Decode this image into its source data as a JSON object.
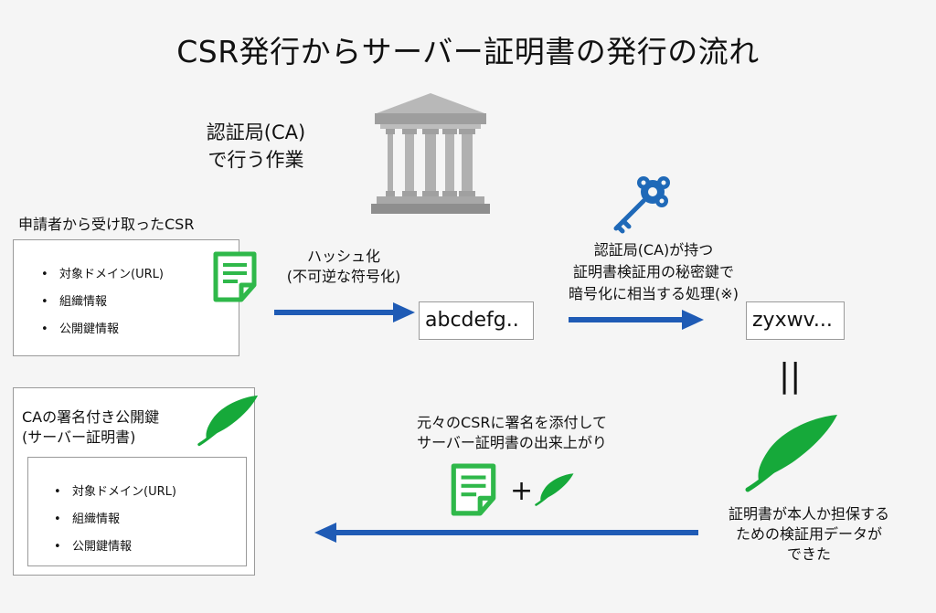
{
  "title": "CSR発行からサーバー証明書の発行の流れ",
  "ca_label": [
    "認証局(CA)",
    "で行う作業"
  ],
  "csr_heading": "申請者から受け取ったCSR",
  "csr_items": [
    "対象ドメイン(URL)",
    "組織情報",
    "公開鍵情報"
  ],
  "bullet": "•",
  "hash_label": [
    "ハッシュ化",
    "(不可逆な符号化)"
  ],
  "hash_value": "abcdefg..",
  "key_label": [
    "認証局(CA)が持つ",
    "証明書検証用の秘密鍵で",
    "暗号化に相当する処理(※)"
  ],
  "signature_value": "zyxwv...",
  "equal_mark": "||",
  "cert_heading": [
    "CAの署名付き公開鍵",
    "(サーバー証明書)"
  ],
  "cert_items": [
    "対象ドメイン(URL)",
    "組織情報",
    "公開鍵情報"
  ],
  "attach_label": [
    "元々のCSRに署名を添付して",
    "サーバー証明書の出来上がり"
  ],
  "plus_sign": "+",
  "verify_label": [
    "証明書が本人か担保する",
    "ための検証用データが",
    "できた"
  ],
  "colors": {
    "arrow": "#1f5bb5",
    "document": "#2fb84a",
    "signature": "#16a93a",
    "key": "#1f69b8",
    "building": "#a6a6a6"
  },
  "icons": [
    "bank-building-icon",
    "document-icon",
    "key-icon",
    "quill-signature-icon"
  ]
}
